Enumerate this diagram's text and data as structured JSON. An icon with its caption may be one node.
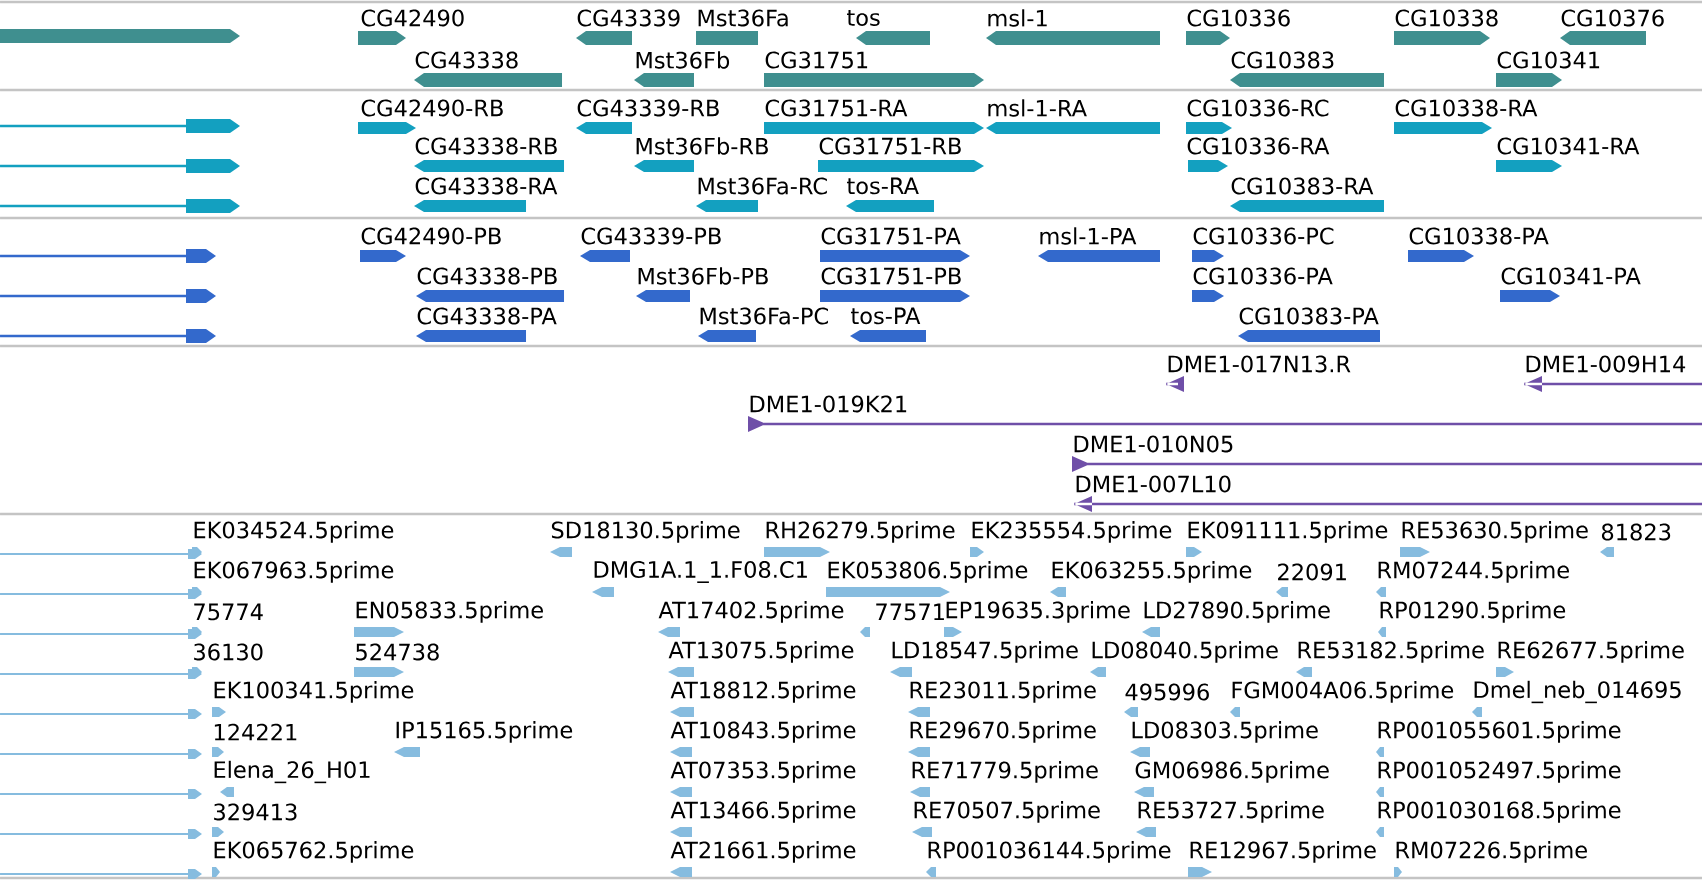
{
  "diagram": {
    "labels": [
      "CG42490",
      "CG43339",
      "Mst36Fa",
      "tos",
      "msl-1",
      "CG10336",
      "CG10338",
      "CG10376",
      "CG43338",
      "Mst36Fb",
      "CG31751",
      "CG10383",
      "CG10341",
      "CG42490-RB",
      "CG43339-RB",
      "CG31751-RA",
      "msl-1-RA",
      "CG10336-RC",
      "CG10338-RA",
      "CG43338-RB",
      "Mst36Fb-RB",
      "CG31751-RB",
      "CG10336-RA",
      "CG10341-RA",
      "CG43338-RA",
      "Mst36Fa-RC",
      "tos-RA",
      "CG10383-RA",
      "CG42490-PB",
      "CG43339-PB",
      "CG31751-PA",
      "msl-1-PA",
      "CG10336-PC",
      "CG10338-PA",
      "CG43338-PB",
      "Mst36Fb-PB",
      "CG31751-PB",
      "CG10336-PA",
      "CG10341-PA",
      "CG43338-PA",
      "Mst36Fa-PC",
      "tos-PA",
      "CG10383-PA",
      "DME1-017N13.R",
      "DME1-009H14",
      "DME1-019K21",
      "DME1-010N05",
      "DME1-007L10",
      "EK034524.5prime",
      "SD18130.5prime",
      "RH26279.5prime",
      "EK235554.5prime",
      "EK091111.5prime",
      "RE53630.5prime",
      "81823",
      "EK067963.5prime",
      "DMG1A.1_1.F08.C1",
      "EK053806.5prime",
      "EK063255.5prime",
      "22091",
      "RM07244.5prime",
      "75774",
      "EN05833.5prime",
      "AT17402.5prime",
      "77571",
      "EP19635.3prime",
      "LD27890.5prime",
      "RP01290.5prime",
      "36130",
      "524738",
      "AT13075.5prime",
      "LD18547.5prime",
      "LD08040.5prime",
      "RE53182.5prime",
      "RE62677.5prime",
      "EK100341.5prime",
      "AT18812.5prime",
      "RE23011.5prime",
      "495996",
      "FGM004A06.5prime",
      "Dmel_neb_014695",
      "124221",
      "IP15165.5prime",
      "AT10843.5prime",
      "RE29670.5prime",
      "LD08303.5prime",
      "RP001055601.5prime",
      "Elena_26_H01",
      "AT07353.5prime",
      "RE71779.5prime",
      "GM06986.5prime",
      "RP001052497.5prime",
      "329413",
      "AT13466.5prime",
      "RE70507.5prime",
      "RE53727.5prime",
      "RP001030168.5prime",
      "EK065762.5prime",
      "AT21661.5prime",
      "RP001036144.5prime",
      "RE12967.5prime",
      "RM07226.5prime"
    ]
  }
}
